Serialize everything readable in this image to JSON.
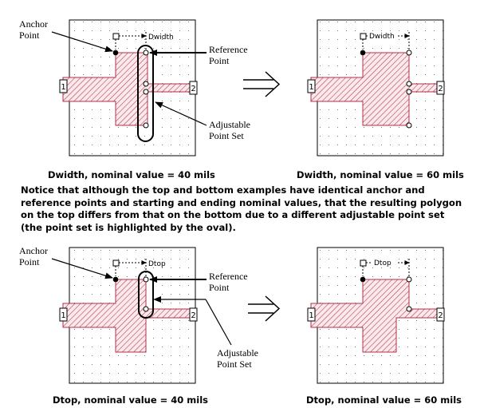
{
  "colors": {
    "fill": "#b2304a",
    "grid": "#8a8a8a"
  },
  "top_left": {
    "anchor_label_1": "Anchor",
    "anchor_label_2": "Point",
    "param": "Dwidth",
    "ref_label_1": "Reference",
    "ref_label_2": "Point",
    "adj_label_1": "Adjustable",
    "adj_label_2": "Point Set",
    "port1": "1",
    "port2": "2",
    "caption": "Dwidth, nominal value = 40 mils"
  },
  "top_right": {
    "param": "Dwidth",
    "port1": "1",
    "port2": "2",
    "caption": "Dwidth, nominal value = 60 mils"
  },
  "notice": "Notice that although the top and bottom examples have identical anchor and reference points and starting and ending nominal values, that the resulting polygon on the top differs from that on the bottom due to a different adjustable point set (the point set is highlighted by the oval).",
  "bottom_left": {
    "anchor_label_1": "Anchor",
    "anchor_label_2": "Point",
    "param": "Dtop",
    "ref_label_1": "Reference",
    "ref_label_2": "Point",
    "adj_label_1": "Adjustable",
    "adj_label_2": "Point Set",
    "port1": "1",
    "port2": "2",
    "caption": "Dtop, nominal value = 40 mils"
  },
  "bottom_right": {
    "param": "Dtop",
    "port1": "1",
    "port2": "2",
    "caption": "Dtop, nominal value = 60 mils"
  }
}
